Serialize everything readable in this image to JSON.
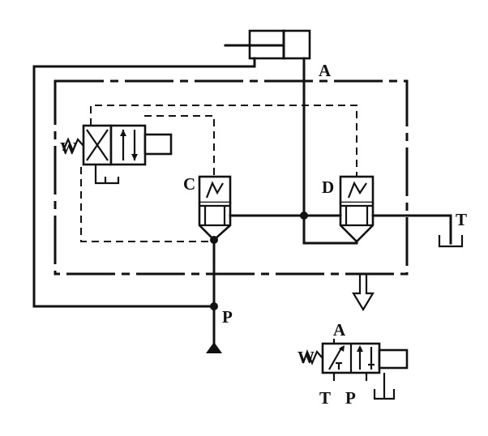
{
  "labels": {
    "port_a_main": "A",
    "valve_c": "C",
    "valve_d": "D",
    "port_t_main": "T",
    "port_p_main": "P",
    "solenoid_main": "W",
    "port_a_symbol": "A",
    "solenoid_symbol": "W",
    "port_t_symbol": "T",
    "port_p_symbol": "P"
  }
}
